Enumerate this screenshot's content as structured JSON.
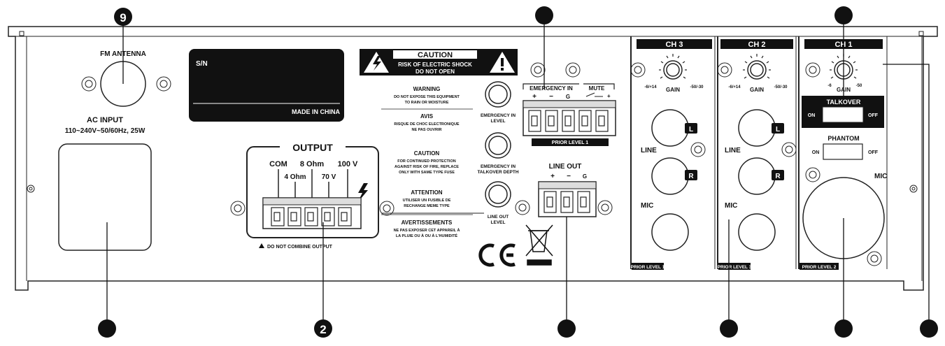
{
  "callouts": {
    "fm_antenna": "9",
    "output": "2",
    "emergency_in": "",
    "line_out": "",
    "ch1_top": "",
    "ch1_bottom": "",
    "ch2_bottom": "",
    "gain_right": "",
    "ac_input": ""
  },
  "fm_antenna": {
    "label": "FM ANTENNA"
  },
  "ac_input": {
    "label": "AC INPUT",
    "spec": "110~240V~50/60Hz, 25W"
  },
  "serial_plate": {
    "sn": "S/N",
    "made_in": "MADE IN CHINA"
  },
  "caution_banner": {
    "title": "CAUTION",
    "line1": "RISK OF ELECTRIC SHOCK",
    "line2": "DO NOT OPEN"
  },
  "warnings": {
    "warning_title": "WARNING",
    "warning_text1": "DO NOT EXPOSE THIS EQUIPMENT",
    "warning_text2": "TO RAIN OR MOISTURE",
    "avis_title": "AVIS",
    "avis_text1": "RISQUE DE CHOC ELECTRONIQUE",
    "avis_text2": "NE PAS OUVRIR",
    "caution_title": "CAUTION",
    "caution_text1": "FOR CONTINUED PROTECTION",
    "caution_text2": "AGAINST RISK OF FIRE, REPLACE",
    "caution_text3": "ONLY WITH SAME TYPE FUSE",
    "attention_title": "ATTENTION",
    "attention_text1": "UTILISER UN FUSIBLE DE",
    "attention_text2": "RECHANGE MEME TYPE",
    "avert_title": "AVERTISSEMENTS",
    "avert_text1": "NE PAS EXPOSER CET APPAREIL À",
    "avert_text2": "LA PLUIE OU À OU À L'HUMIDITÉ"
  },
  "output": {
    "title": "OUTPUT",
    "com": "COM",
    "ohm4": "4 Ohm",
    "ohm8": "8 Ohm",
    "v70": "70 V",
    "v100": "100 V",
    "note": "DO NOT COMBINE OUTPUT"
  },
  "knobs": {
    "emergency_level_1": "EMERGENCY IN",
    "emergency_level_2": "LEVEL",
    "talkover_depth_1": "EMERGENCY IN",
    "talkover_depth_2": "TALKOVER DEPTH",
    "line_out_level_1": "LINE OUT",
    "line_out_level_2": "LEVEL"
  },
  "emergency_block": {
    "title": "EMERGENCY IN",
    "mute": "MUTE",
    "plus": "+",
    "minus": "−",
    "g": "G",
    "prior": "PRIOR LEVEL 1"
  },
  "line_out": {
    "title": "LINE OUT",
    "plus": "+",
    "minus": "−",
    "g": "G"
  },
  "ch3": {
    "title": "CH 3",
    "gain": "GAIN",
    "gain_min": "-6/+14",
    "gain_max": "-50/-30",
    "line": "LINE",
    "l": "L",
    "r": "R",
    "mic": "MIC",
    "prior": "PRIOR LEVEL 1"
  },
  "ch2": {
    "title": "CH 2",
    "gain": "GAIN",
    "gain_min": "-6/+14",
    "gain_max": "-50/-30",
    "line": "LINE",
    "l": "L",
    "r": "R",
    "mic": "MIC",
    "prior": "PRIOR LEVEL 3"
  },
  "ch1": {
    "title": "CH 1",
    "gain": "GAIN",
    "gain_min": "-6",
    "gain_max": "-50",
    "talkover": "TALKOVER",
    "on": "ON",
    "off": "OFF",
    "phantom": "PHANTOM",
    "mic": "MIC",
    "prior": "PRIOR LEVEL 2"
  }
}
